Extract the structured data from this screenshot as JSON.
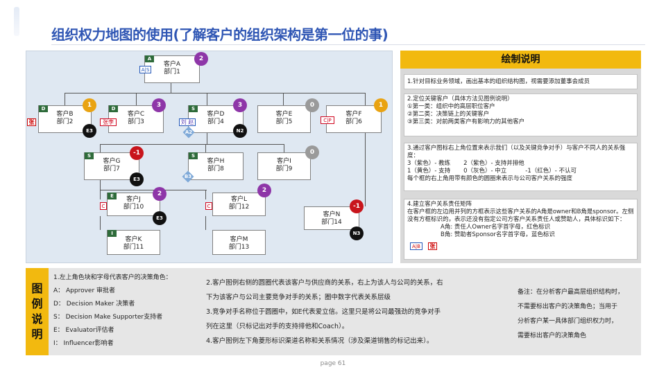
{
  "title": "组织权力地图的使用(了解客户的组织架构是第一位的事)",
  "nodes": {
    "a": {
      "name": "客户A",
      "dept": "部门1",
      "role": "A",
      "score": "2",
      "tag": "A|S"
    },
    "b": {
      "name": "客户B",
      "dept": "部门2",
      "role": "D",
      "score": "1",
      "tag": "张",
      "comp": "E3"
    },
    "c": {
      "name": "客户C",
      "dept": "部门3",
      "role": "D",
      "score": "3",
      "tag": "张李"
    },
    "d": {
      "name": "客户D",
      "dept": "部门4",
      "role": "S",
      "score": "3",
      "tag": "刘 赵",
      "comp": "N2",
      "diamond": "A2"
    },
    "e": {
      "name": "客户E",
      "dept": "部门5",
      "score": "0"
    },
    "f": {
      "name": "客户F",
      "dept": "部门6",
      "score": "1",
      "tag": "C|P"
    },
    "g": {
      "name": "客户G",
      "dept": "部门7",
      "role": "S",
      "score": "-1",
      "comp": "E3"
    },
    "h": {
      "name": "客户H",
      "dept": "部门8",
      "role": "S",
      "diamond": "B3"
    },
    "i": {
      "name": "客户I",
      "dept": "部门9",
      "score": "0"
    },
    "j": {
      "name": "客户J",
      "dept": "部门10",
      "role": "E",
      "score": "2",
      "tag": "C",
      "comp": "E3"
    },
    "l": {
      "name": "客户L",
      "dept": "部门12",
      "score": "2",
      "tag": "C"
    },
    "n": {
      "name": "客户N",
      "dept": "部门14",
      "score": "-1",
      "comp": "N3"
    },
    "k": {
      "name": "客户K",
      "dept": "部门11",
      "role": "I"
    },
    "m": {
      "name": "客户M",
      "dept": "部门13"
    }
  },
  "panel": {
    "title": "绘制说明",
    "p1": "1.针对目标业务领域，画出基本的组织结构图，视需要添加董事会成员",
    "p2": [
      "2.定位关键客户（具体方法见图例说明）",
      "①第一类：组织中的高层职位客户",
      "②第二类：决策链上的关键客户",
      "③第三类：对前两类客户有影响力的其他客户"
    ],
    "p3": [
      "3.通过客户图标右上角位置来表示我们（以及关键竞争对手）与客户不同人的关系强度：",
      "3（紫色）- 教练       2（紫色）- 支持并排他",
      "1（黄色）- 支持       0（灰色）- 中立          -1（红色）- 不认可",
      "每个框的右上角用带有颜色的圆圈来表示与公司客户关系的强度"
    ],
    "p4": [
      "4.建立客户关系责任矩阵",
      "在客户框的左边用并列的方框表示这些客户关系的A角是owner和B角是sponsor。左侧没有方框标识的，表示还没有指定公司方客户关系责任人或赞助人，具体标识如下：",
      "A角: 责任人Owner名字首字母，红色标识",
      "B角: 赞助者Sponsor名字首字母，蓝色标识"
    ],
    "p4_tags": {
      "a": "A|B",
      "b": "张"
    }
  },
  "legend": {
    "label": [
      "图",
      "例",
      "说",
      "明"
    ],
    "col1": [
      "1.左上角色块和字母代表客户的决策角色：",
      "A： Approver 审批者",
      "D： Decision Maker 决策者",
      "S： Decision Make Supporter支持者",
      "E： Evaluator评估者",
      "I： Influencer影响者"
    ],
    "col2": [
      "2.客户图例右侧的圆圈代表该客户与供应商的关系，右上为该人与公司的关系，右",
      "下为该客户与公司主要竞争对手的关系；圈中数字代表关系层级",
      "3.竞争对手名称位于圆圈中，如E代表爱立信。这里只是将公司最强劲的竞争对手",
      "列在这里（只标记出对手的支持排他和Coach）。",
      "4.客户图例左下角菱形标识渠道名称和关系情况（涉及渠道销售的标记出来）。"
    ],
    "col3": [
      "备注：在分析客户最高层组织结构时，",
      "不需要标出客户的决策角色；当用于",
      "分析客户某一具体部门组织权力时，",
      "需要标出客户的决策角色"
    ]
  },
  "page_number": "page 61",
  "colors": {
    "title": "#2f56b4",
    "accent": "#f2b90f",
    "diagram_bg": "#dfe8f2",
    "purple": "#8e36a8",
    "orange": "#e9a312",
    "gray": "#9a9a9a",
    "red": "#c8151c"
  }
}
